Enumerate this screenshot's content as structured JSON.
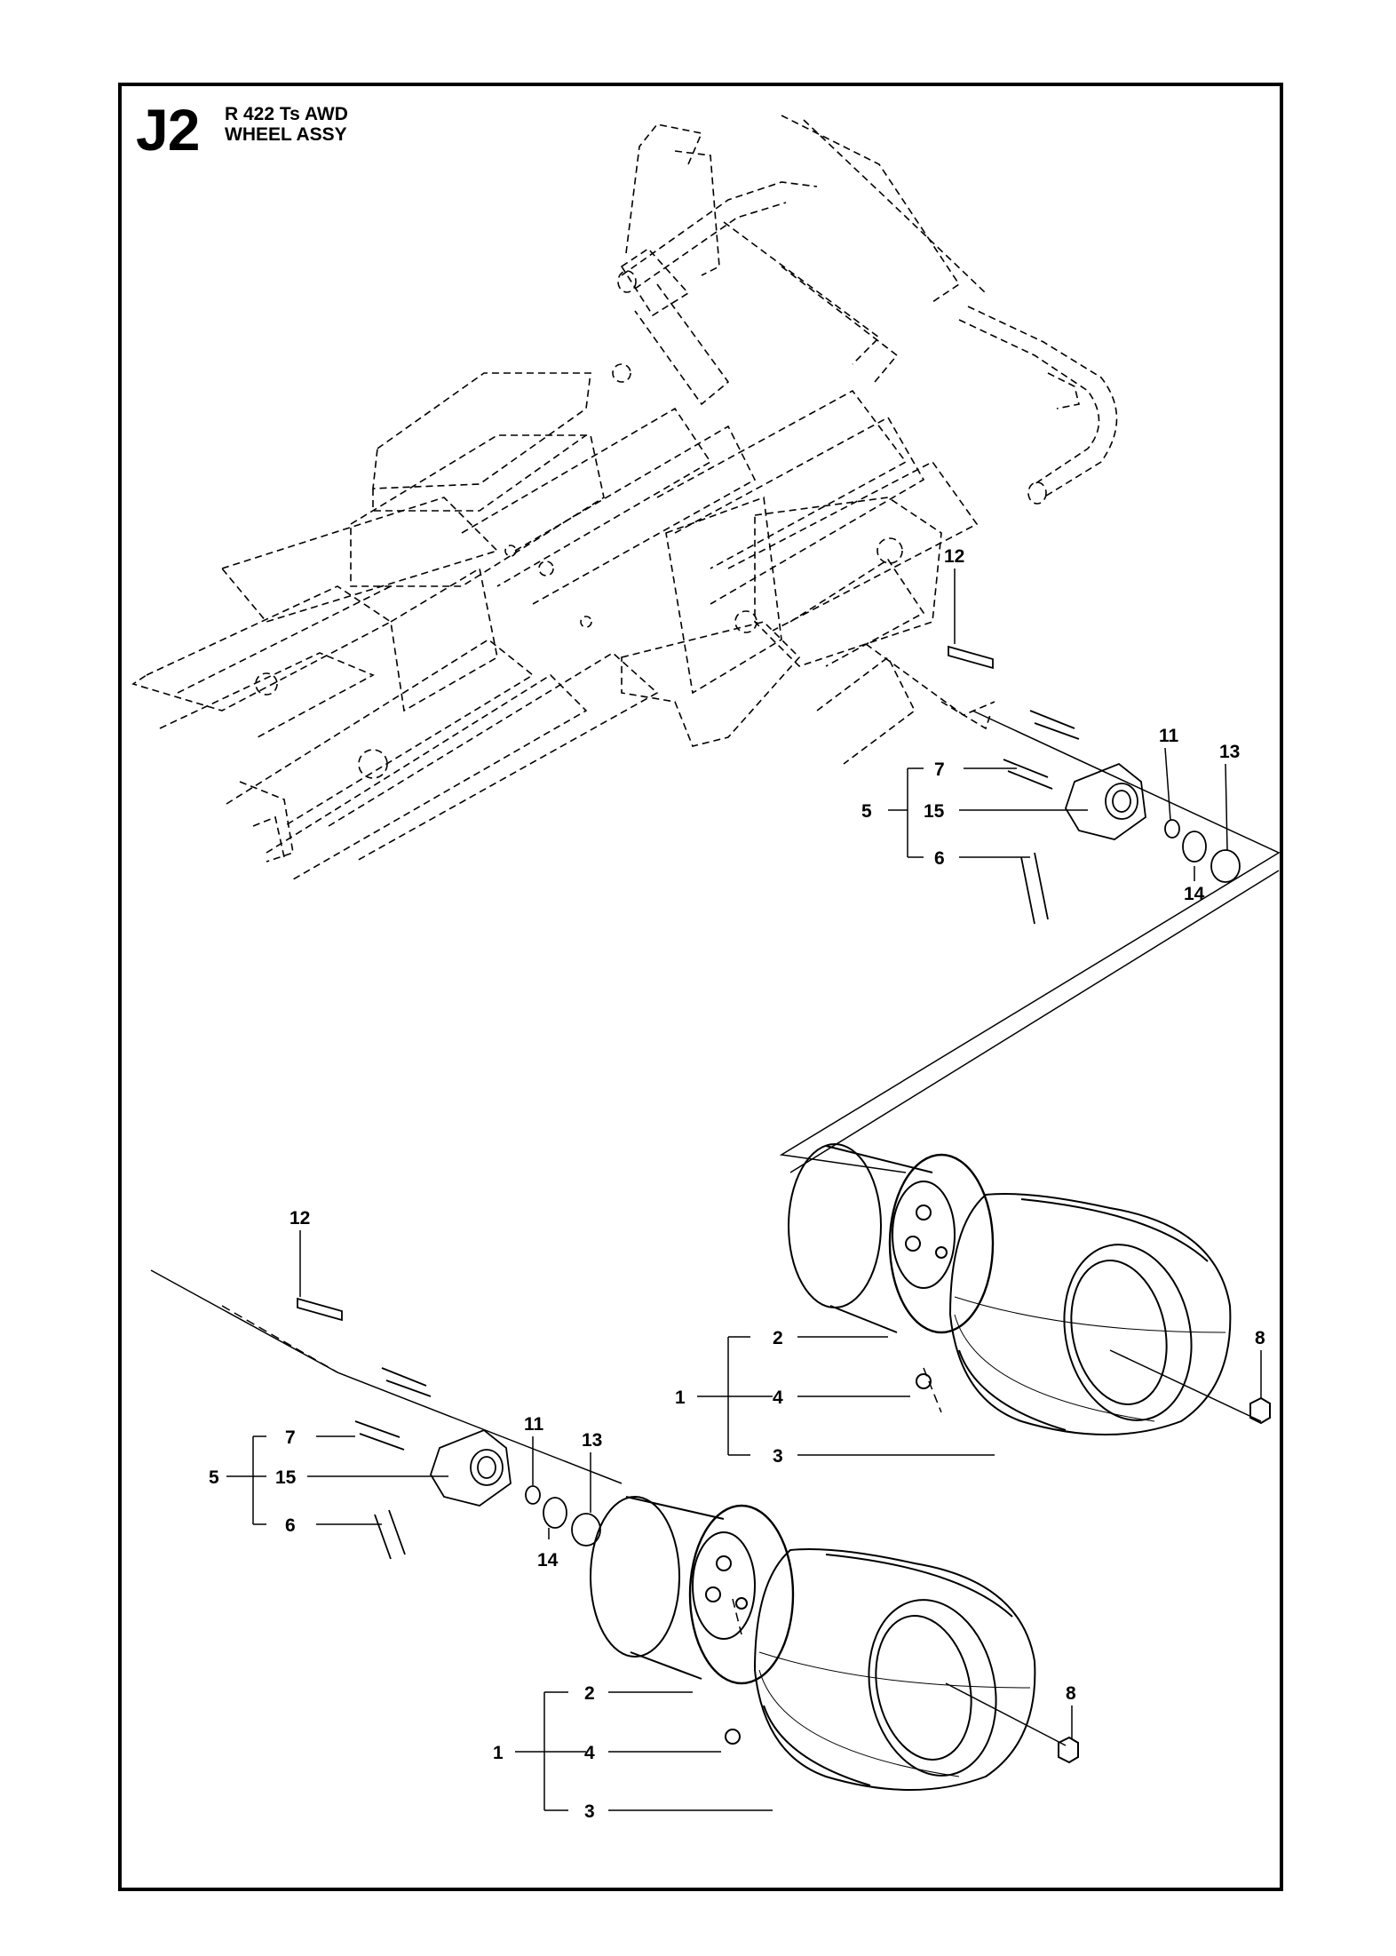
{
  "header": {
    "section": "J2",
    "model": "R 422 Ts AWD",
    "assembly": "WHEEL ASSY"
  },
  "callouts_upper": {
    "c12": "12",
    "c11": "11",
    "c13": "13",
    "c7": "7",
    "c5": "5",
    "c15": "15",
    "c6": "6",
    "c14": "14"
  },
  "callouts_lower": {
    "c12": "12",
    "c11": "11",
    "c13": "13",
    "c7": "7",
    "c5": "5",
    "c15": "15",
    "c6": "6",
    "c14": "14"
  },
  "callouts_wheel1": {
    "c2": "2",
    "c1": "1",
    "c4": "4",
    "c3": "3",
    "c8": "8"
  },
  "callouts_wheel2": {
    "c2": "2",
    "c1": "1",
    "c4": "4",
    "c3": "3",
    "c8": "8"
  }
}
